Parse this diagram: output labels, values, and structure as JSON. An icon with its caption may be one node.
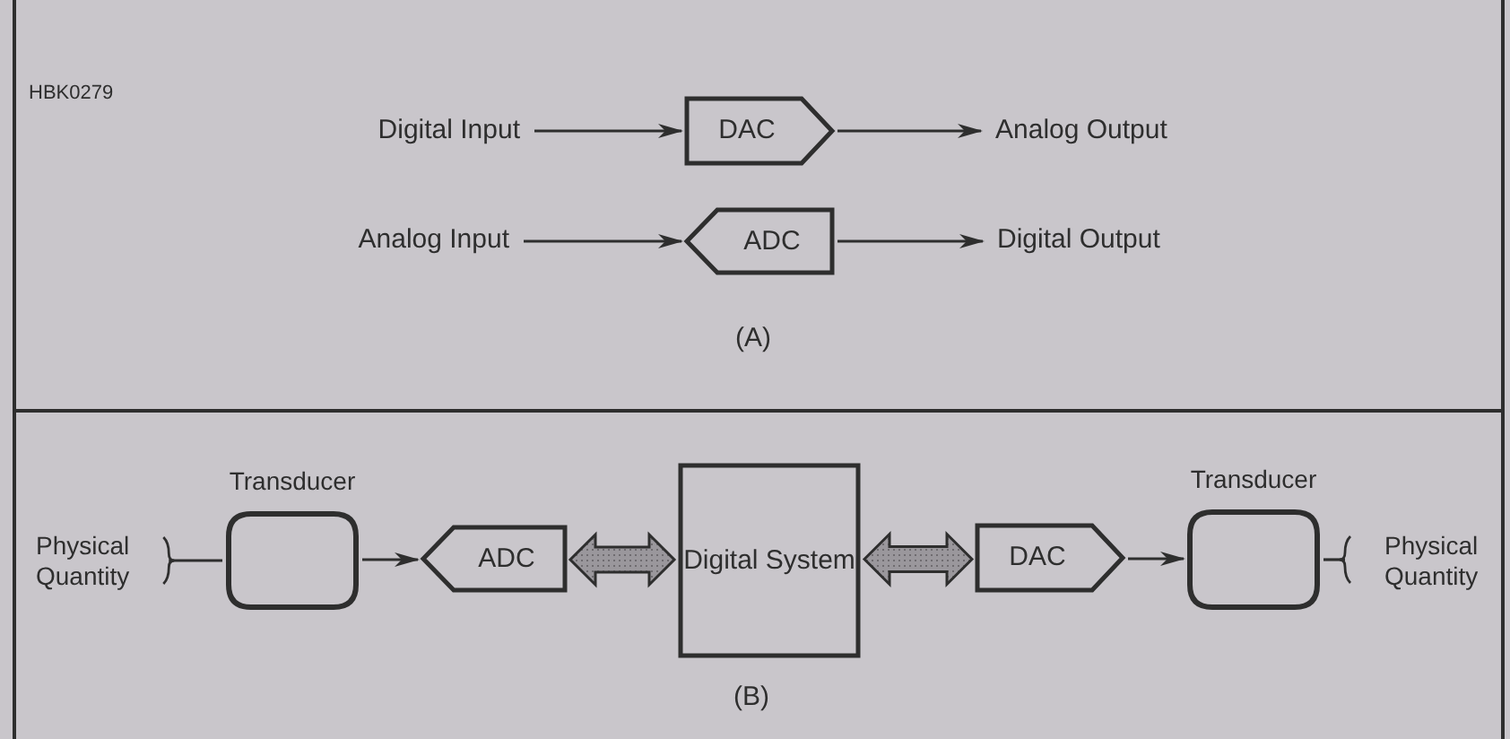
{
  "diagram": {
    "nodes": [
      {
        "text": [
          "Digital Input"
        ]
      },
      {
        "text": [
          "DAC"
        ]
      },
      {
        "text": [
          "Analog Output"
        ]
      },
      {
        "text": [
          "Analog Input"
        ]
      },
      {
        "text": [
          "ADC"
        ]
      },
      {
        "text": [
          "Digital Output"
        ]
      },
      {
        "text": [
          "Physical Quantity"
        ]
      },
      {
        "text": [
          "Transducer"
        ]
      },
      {
        "text": [
          "ADC"
        ]
      },
      {
        "text": [
          "Digital System"
        ]
      },
      {
        "text": [
          "DAC"
        ]
      },
      {
        "text": [
          "Transducer"
        ]
      },
      {
        "text": [
          "Physical Quantity"
        ]
      }
    ],
    "edges": [
      {
        "from": 0,
        "to": 1,
        "arrow": "to"
      },
      {
        "from": 1,
        "to": 2,
        "arrow": "to"
      },
      {
        "from": 3,
        "to": 4,
        "arrow": "to"
      },
      {
        "from": 4,
        "to": 5,
        "arrow": "to"
      },
      {
        "from": 6,
        "to": 7,
        "arrow": "none"
      },
      {
        "from": 7,
        "to": 8,
        "arrow": "to"
      },
      {
        "from": 8,
        "to": 9,
        "arrow": "both",
        "style": "thick"
      },
      {
        "from": 9,
        "to": 10,
        "arrow": "both",
        "style": "thick"
      },
      {
        "from": 10,
        "to": 11,
        "arrow": "to"
      },
      {
        "from": 11,
        "to": 12,
        "arrow": "none"
      }
    ],
    "labels": [
      "HBK0279",
      "(A)",
      "(B)"
    ]
  }
}
